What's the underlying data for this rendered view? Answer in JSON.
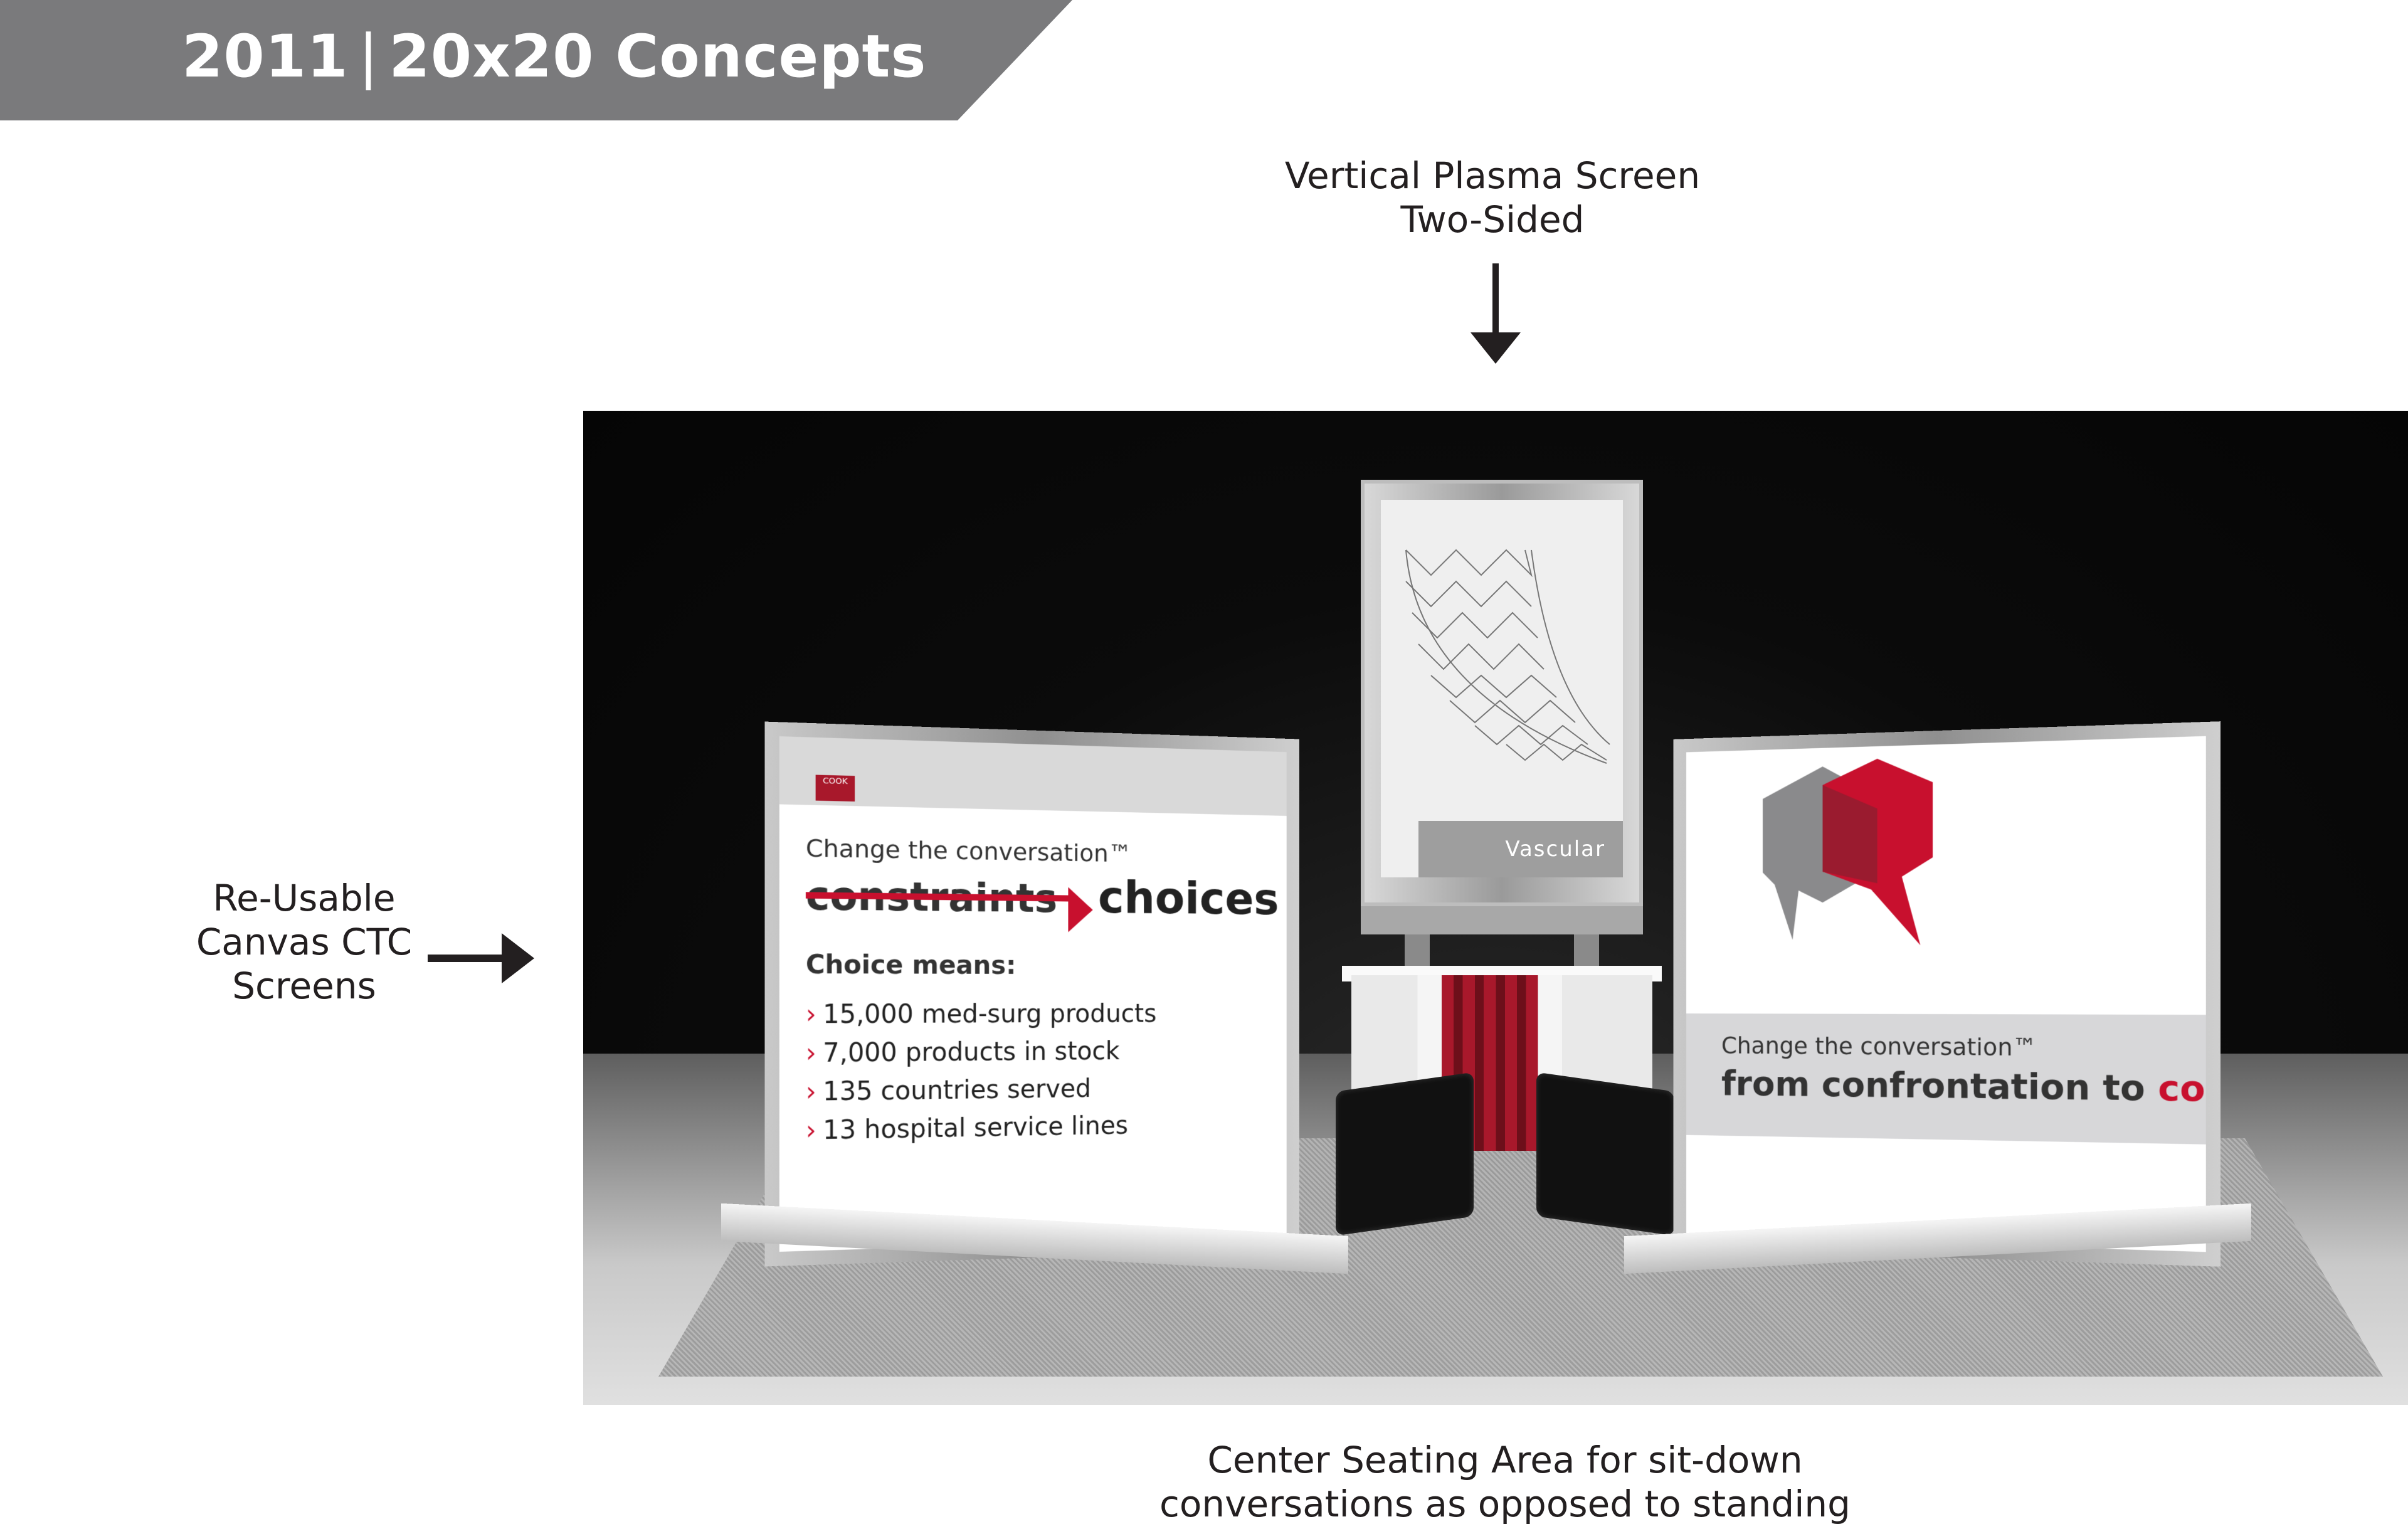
{
  "header": {
    "year": "2011",
    "separator": "|",
    "title": "20x20 Concepts"
  },
  "callouts": {
    "plasma": {
      "line1": "Vertical Plasma Screen",
      "line2": "Two-Sided"
    },
    "canvas": {
      "line1": "Re-Usable",
      "line2": "Canvas CTC",
      "line3": "Screens"
    },
    "seating": {
      "line1": "Center Seating Area for sit-down",
      "line2": "conversations as opposed to standing"
    }
  },
  "render": {
    "plasma_label": "Vascular",
    "left_screen": {
      "logo": "COOK",
      "tagline": "Change the conversation™",
      "struck_word": "constraints",
      "replacement_word": "choices",
      "list_heading": "Choice means:",
      "bullets": [
        "15,000 med-surg products",
        "7,000 products in stock",
        "135 countries served",
        "13 hospital service lines"
      ]
    },
    "right_screen": {
      "tagline": "Change the conversation™",
      "headline_prefix": "from confrontation to ",
      "headline_highlight": "collaboration"
    }
  },
  "colors": {
    "banner": "#7a7a7c",
    "accent_red": "#c8102e",
    "dark_red": "#9a1b2f",
    "grey_hex": "#8a8a8c"
  }
}
